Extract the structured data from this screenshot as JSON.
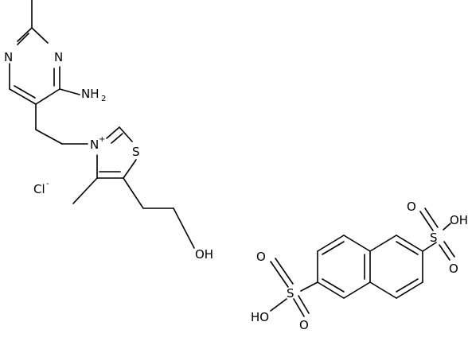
{
  "atoms": {
    "n_pyrimidine_1": "N",
    "n_pyrimidine_3": "N",
    "amino_n": "NH",
    "amino_sub": "2",
    "thiazolium_n": "N",
    "thiazolium_charge": "+",
    "thiazole_s": "S",
    "hydroxyl": "OH",
    "chloride": "Cl",
    "chloride_charge": "-",
    "sulfo1_o_top_left": "O",
    "sulfo1_s": "S",
    "sulfo1_o_bottom": "O",
    "sulfo1_ho": "HO",
    "sulfo2_o_top": "O",
    "sulfo2_s": "S",
    "sulfo2_oh": "OH",
    "sulfo2_o_bottom": "O"
  }
}
